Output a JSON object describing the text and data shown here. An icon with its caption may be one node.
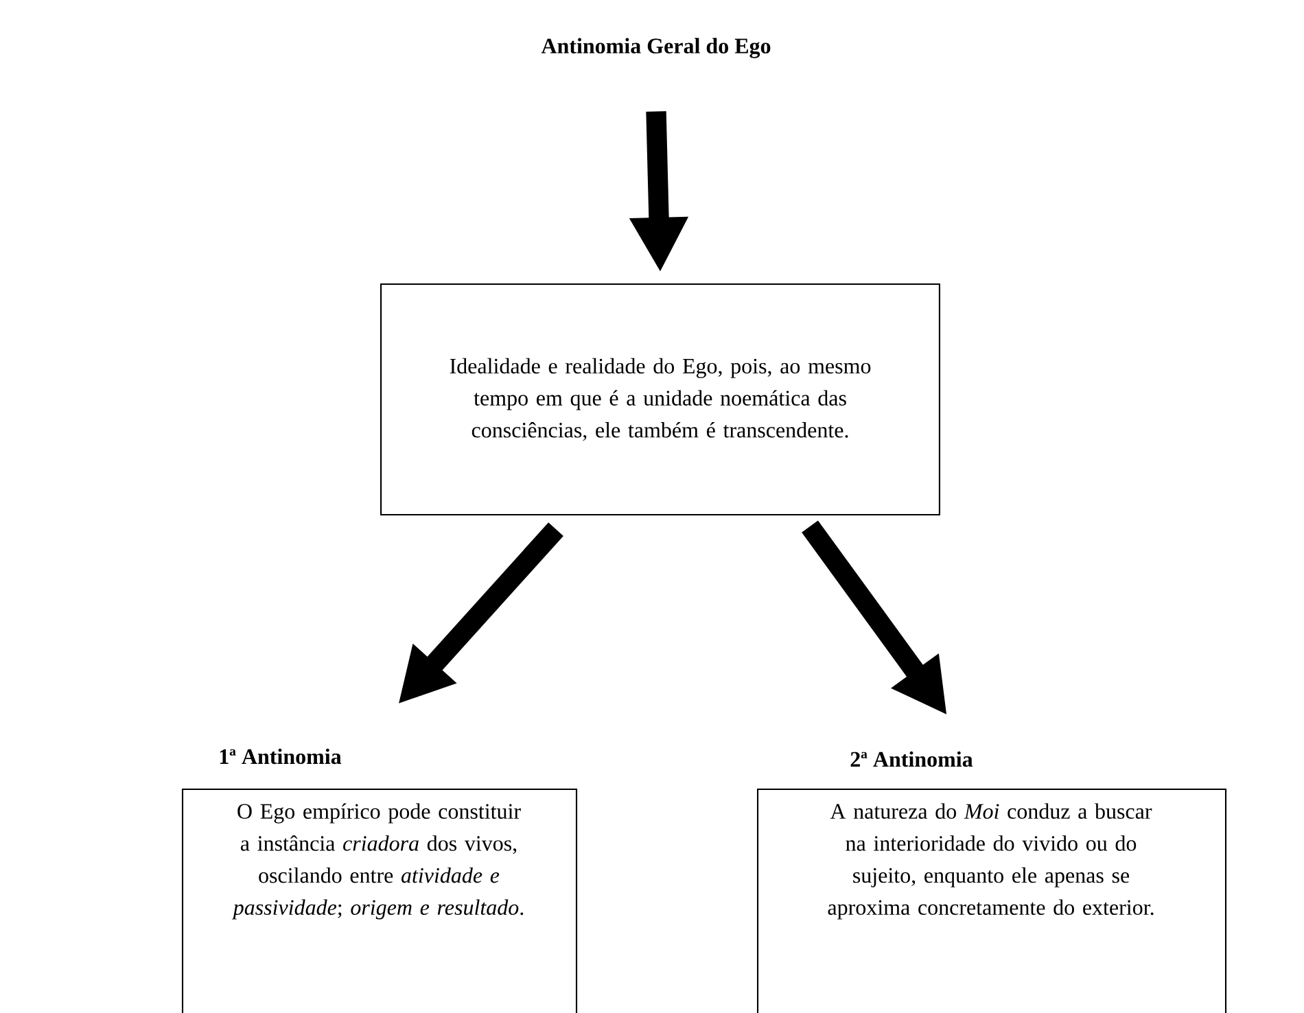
{
  "diagram": {
    "nodes": [
      {
        "text": [
          "Antinomia Geral do Ego"
        ]
      },
      {
        "text": [
          "Idealidade e realidade do Ego, pois, ao mesmo tempo em que é a unidade noemática das consciências, ele também é transcendente."
        ]
      },
      {
        "text": [
          "1ª Antinomia",
          "O Ego empírico pode constituir a instância *criadora* dos vivos, oscilando entre *atividade e passividade*; *origem e resultado*."
        ]
      },
      {
        "text": [
          "2ª Antinomia",
          "A natureza do *Moi* conduz a buscar na interioridade do vivido ou do sujeito, enquanto ele apenas se aproxima concretamente do exterior."
        ]
      }
    ],
    "edges": [
      {
        "from": 0,
        "to": 1,
        "arrow": "to"
      },
      {
        "from": 1,
        "to": 2,
        "arrow": "to"
      },
      {
        "from": 1,
        "to": 3,
        "arrow": "to"
      }
    ]
  }
}
